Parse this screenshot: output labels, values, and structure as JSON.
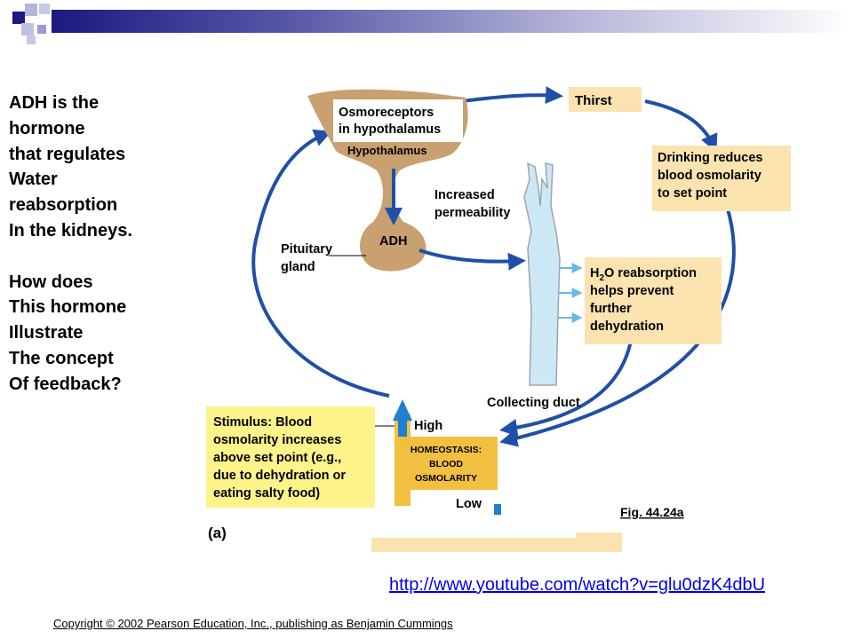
{
  "slide_text": {
    "line1": "ADH is the",
    "line2": "hormone",
    "line3": "that regulates",
    "line4": "Water",
    "line5": "reabsorption",
    "line6": "In the kidneys.",
    "line7": "How does",
    "line8": "This hormone",
    "line9": "Illustrate",
    "line10": "The concept",
    "line11": "Of feedback?"
  },
  "diagram": {
    "osmoreceptors_line1": "Osmoreceptors",
    "osmoreceptors_line2": "in hypothalamus",
    "hypothalamus": "Hypothalamus",
    "thirst": "Thirst",
    "drinking_line1": "Drinking reduces",
    "drinking_line2": "blood osmolarity",
    "drinking_line3": "to set point",
    "increased_line1": "Increased",
    "increased_line2": "permeability",
    "adh": "ADH",
    "pituitary_line1": "Pituitary",
    "pituitary_line2": "gland",
    "h2o_line1_h": "H",
    "h2o_line1_sub": "2",
    "h2o_line1_rest": "O reabsorption",
    "h2o_line2": "helps prevent",
    "h2o_line3": "further",
    "h2o_line4": "dehydration",
    "collecting_duct": "Collecting duct",
    "stimulus_label": "Stimulus:",
    "stimulus_line1_rest": "Blood",
    "stimulus_line2": "osmolarity increases",
    "stimulus_line3": "above set point (e.g.,",
    "stimulus_line4": "due to dehydration or",
    "stimulus_line5": "eating salty food)",
    "high": "High",
    "low": "Low",
    "homeostasis_line1": "HOMEOSTASIS:",
    "homeostasis_line2": "BLOOD",
    "homeostasis_line3": "OSMOLARITY",
    "panel": "(a)",
    "fig": "Fig. 44.24a"
  },
  "link": "http://www.youtube.com/watch?v=glu0dzK4dbU",
  "copyright": "Copyright © 2002 Pearson Education, Inc., publishing as Benjamin Cummings",
  "colors": {
    "arrow_blue": "#1f4fa8",
    "tan": "#c9a070",
    "cream_box": "#fbe3b0",
    "yellow_box": "#fef38a",
    "duct_blue": "#cde8f5",
    "deco_navy": "#1a1a80"
  }
}
